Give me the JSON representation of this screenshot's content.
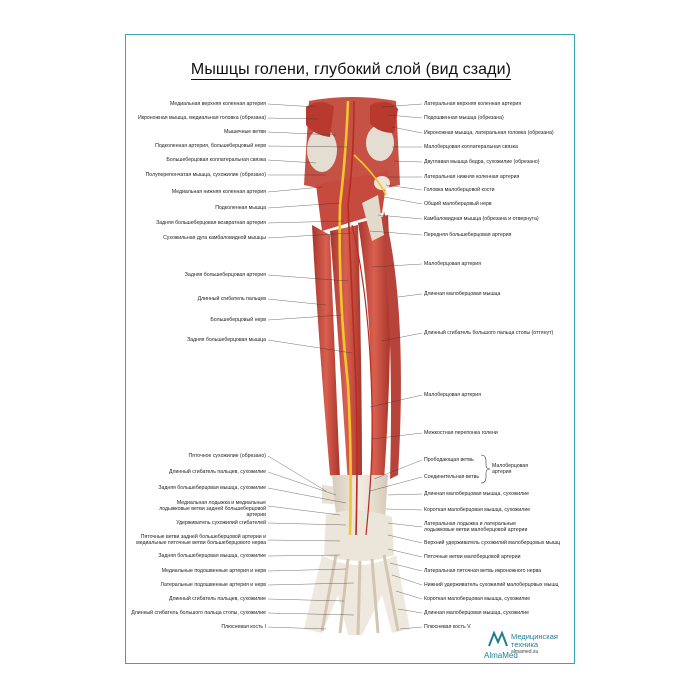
{
  "title": "Мышцы голени, глубокий слой (вид сзади)",
  "labels_left": [
    "Медиальная верхняя коленная артерия",
    "Икроножная мышца, медиальная головка (обрезана)",
    "Мышечные ветви",
    "Подколенная артерия, большеберцовый нерв",
    "Большеберцовая коллатеральная связка",
    "Полуперепончатая мышца, сухожилие (обрезано)",
    "Медиальная нижняя коленная артерия",
    "Подколенная мышца",
    "Задняя большеберцовая возвратная артерия",
    "Сухожильная дуга камбаловидной мышцы",
    "Задняя большеберцовая артерия",
    "Длинный сгибатель пальцев",
    "Большеберцовый нерв",
    "Задняя большеберцовая мышца",
    "Пяточное сухожилие (обрезано)",
    "Длинный сгибатель пальцев, сухожилие",
    "Задняя большеберцовая мышца, сухожилие",
    "Медиальная лодыжка и медиальные лодыжковые ветви задней большеберцовой артерии",
    "Удерживатель сухожилий сгибателей",
    "Пяточные ветви задней большеберцовой артерии и медиальные пяточные ветви большеберцового нерва",
    "Задняя большеберцовая мышца, сухожилие",
    "Медиальные подошвенные артерия и нерв",
    "Латеральные подошвенные артерия и нерв",
    "Длинный сгибатель пальцев, сухожилие",
    "Длинный сгибатель большого пальца стопы, сухожилие",
    "Плюсневая кость I"
  ],
  "labels_right": [
    "Латеральная верхняя коленная артерия",
    "Подошвенная мышца (обрезана)",
    "Икроножная мышца, латеральная головка (обрезана)",
    "Малоберцовая коллатеральная связка",
    "Двуглавая мышца бедра, сухожилие (обрезано)",
    "Латеральная нижняя коленная артерия",
    "Головка малоберцовой кости",
    "Общий малоберцовый нерв",
    "Камбаловидная мышца (обрезана и отвернута)",
    "Передняя большеберцовая артерия",
    "Малоберцовая артерия",
    "Длинная малоберцовая мышца",
    "Длинный сгибатель большого пальца стопы (оттянут)",
    "Малоберцовая артерия",
    "Межкостная перепонка голени",
    "Прободающая ветвь",
    "Соединительная ветвь",
    "Длинная малоберцовая мышца, сухожилие",
    "Короткая малоберцовая мышца, сухожилие",
    "Латеральная лодыжка и латеральные лодыжковые ветви малоберцовой артерии",
    "Верхний удерживатель сухожилий малоберцовых мышц",
    "Пяточные ветви малоберцовой артерии",
    "Латеральная пяточная ветвь икроножного нерва",
    "Нижний удерживатель сухожилий малоберцовых мышц",
    "Короткая малоберцовая мышца, сухожилие",
    "Длинная малоберцовая мышца, сухожилие",
    "Плюсневая кость V"
  ],
  "brace_label": "Малоберцовая артерия",
  "brand": {
    "name": "AlmaMed",
    "line1": "Медицинская",
    "line2": "техника",
    "site": "almamed.su"
  },
  "colors": {
    "frame": "#3aa6b3",
    "muscle": "#c9473a",
    "muscle_dark": "#9e2e25",
    "tendon": "#e7ddd0",
    "bone": "#efe9df",
    "nerve": "#f2c531",
    "artery": "#b82b22",
    "brand": "#1e7f93"
  }
}
